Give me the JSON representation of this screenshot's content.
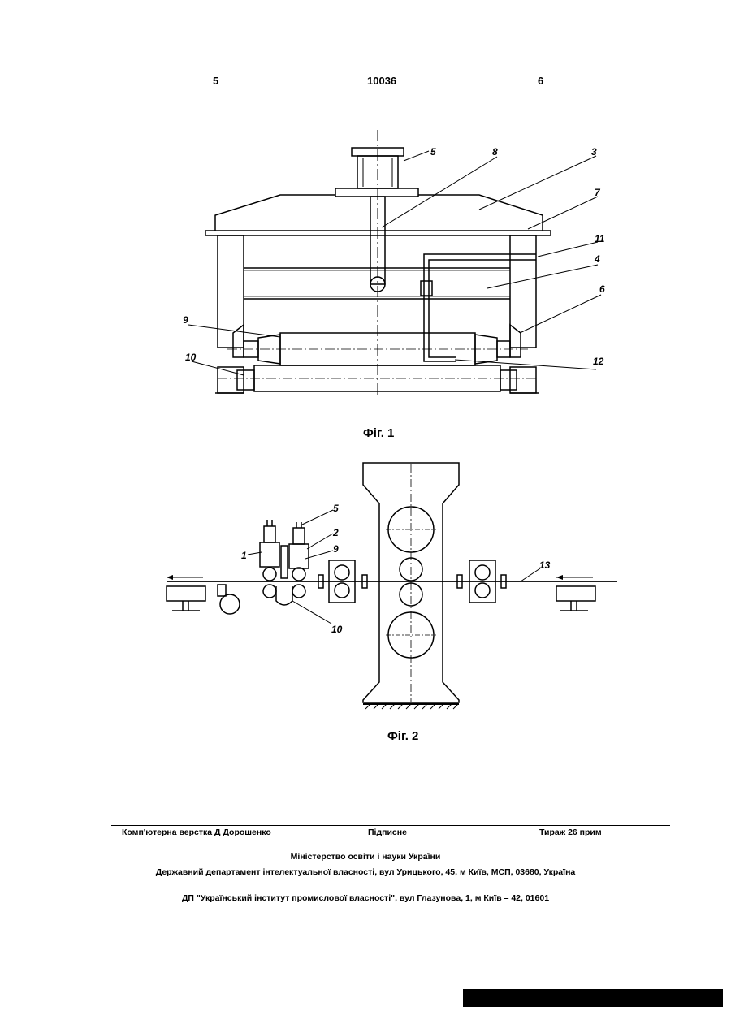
{
  "header": {
    "page_left": "5",
    "patent_number": "10036",
    "page_right": "6"
  },
  "figures": [
    {
      "caption": "Фіг. 1",
      "labels": [
        "5",
        "8",
        "3",
        "7",
        "11",
        "4",
        "6",
        "9",
        "10",
        "12"
      ]
    },
    {
      "caption": "Фіг. 2",
      "labels": [
        "5",
        "2",
        "1",
        "9",
        "13",
        "10"
      ]
    }
  ],
  "footer": {
    "composer": "Комп'ютерна верстка Д Дорошенко",
    "signed": "Підписне",
    "print_run": "Тираж 26 прим",
    "ministry": "Міністерство освіти і науки України",
    "department": "Державний департамент інтелектуальної власності, вул  Урицького, 45, м  Київ, МСП, 03680, Україна",
    "institute": "ДП \"Український інститут промислової власності\", вул  Глазунова, 1, м  Київ – 42, 01601"
  }
}
